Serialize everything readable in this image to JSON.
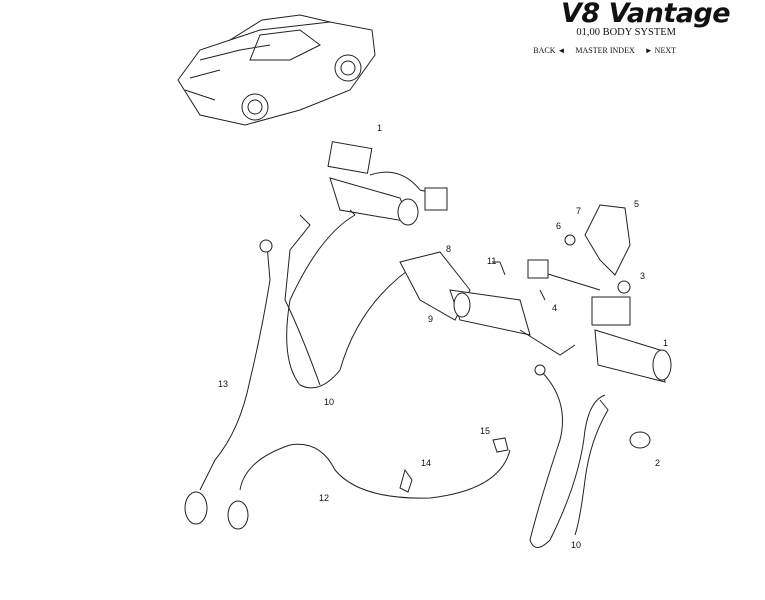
{
  "header": {
    "model_title": "V8 Vantage",
    "section_title": "01,00 BODY SYSTEM",
    "nav": {
      "back": "BACK ◄",
      "master_index": "MASTER INDEX",
      "next": "► NEXT"
    }
  },
  "callouts": [
    "1",
    "1",
    "2",
    "3",
    "4",
    "5",
    "6",
    "7",
    "8",
    "9",
    "10",
    "10",
    "11",
    "12",
    "13",
    "14",
    "15"
  ]
}
